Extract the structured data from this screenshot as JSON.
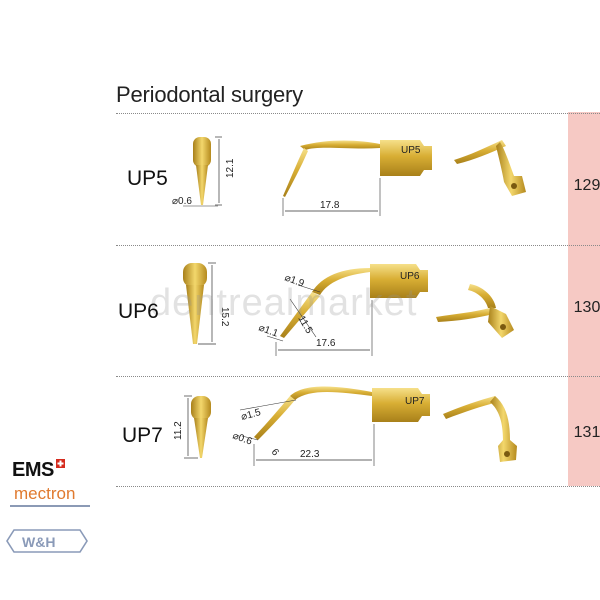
{
  "title": "Periodontal surgery",
  "watermark": "dentrealmarket",
  "colors": {
    "gold": "#c9a227",
    "gold_light": "#f1d770",
    "pink_column": "#f6c9c4",
    "mectron_orange": "#e07a2f",
    "wh_blue": "#8a9ab8"
  },
  "products": [
    {
      "code": "UP5",
      "engraving": "UP5",
      "page_number": "129",
      "tip_length": "12.1",
      "tip_diameter": "⌀0.6",
      "working_length": "17.8"
    },
    {
      "code": "UP6",
      "engraving": "UP6",
      "page_number": "130",
      "tip_length": "15.2",
      "diameter_top": "⌀1.9",
      "diameter_bottom": "⌀1.1",
      "segment_length": "11.5",
      "working_length": "17.6"
    },
    {
      "code": "UP7",
      "engraving": "UP7",
      "page_number": "131",
      "tip_length": "11.2",
      "diameter_top": "⌀1.5",
      "diameter_bottom": "⌀0.6",
      "segment_length": "6",
      "working_length": "22.3"
    }
  ],
  "brands": {
    "ems": "EMS",
    "ems_flag_icon": "swiss-cross-icon",
    "mectron": "mectron",
    "wh": "W&H"
  }
}
